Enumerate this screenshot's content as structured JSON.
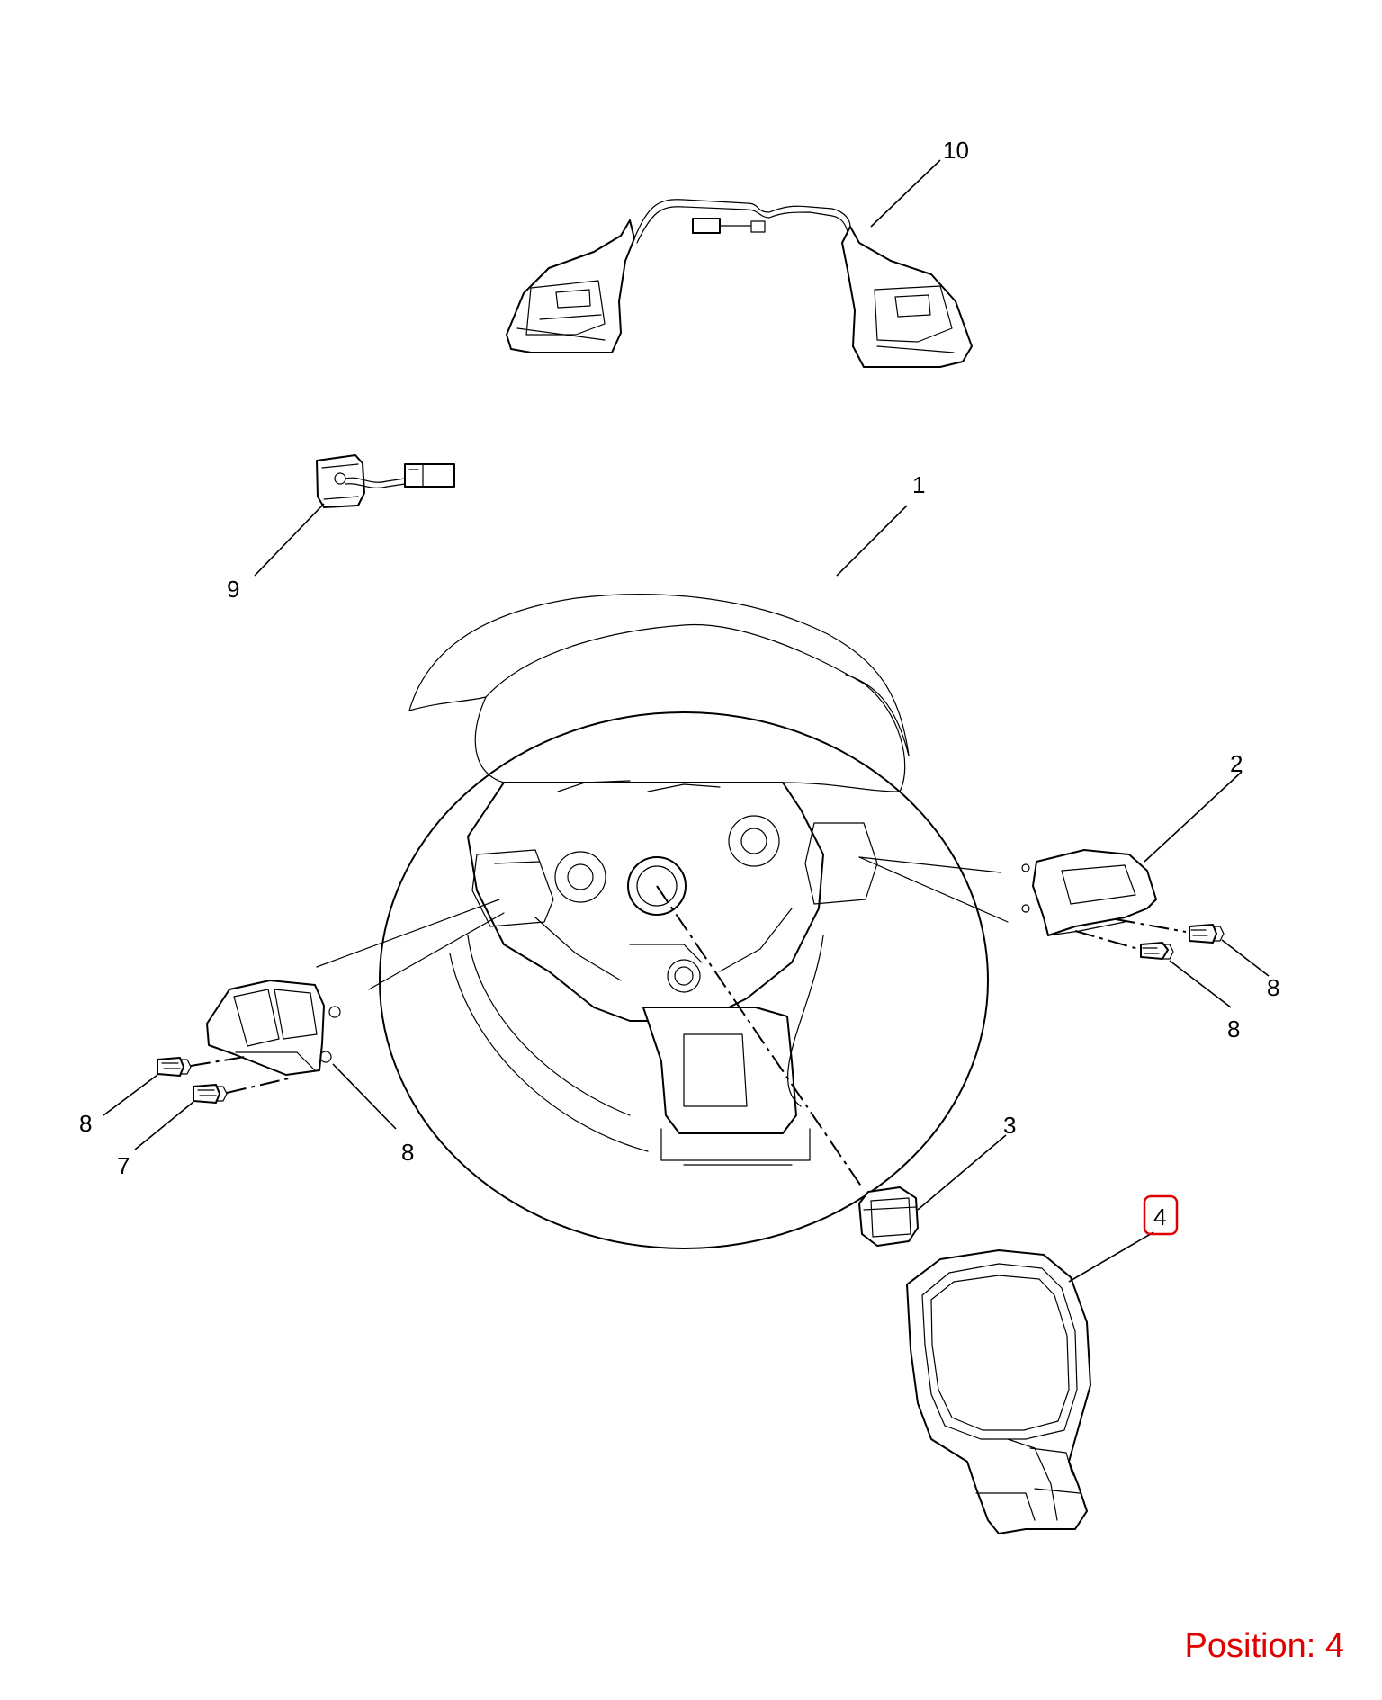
{
  "diagram": {
    "callouts": [
      {
        "id": "10",
        "label": "10"
      },
      {
        "id": "9",
        "label": "9"
      },
      {
        "id": "1",
        "label": "1"
      },
      {
        "id": "2",
        "label": "2"
      },
      {
        "id": "8a",
        "label": "8"
      },
      {
        "id": "8b",
        "label": "8"
      },
      {
        "id": "8c",
        "label": "8"
      },
      {
        "id": "8d",
        "label": "8"
      },
      {
        "id": "7",
        "label": "7"
      },
      {
        "id": "3",
        "label": "3"
      },
      {
        "id": "4",
        "label": "4"
      }
    ],
    "highlighted_callout": "4",
    "highlight_color": "#e00000"
  },
  "position": {
    "text": "Position: 4",
    "color": "#e00000"
  }
}
